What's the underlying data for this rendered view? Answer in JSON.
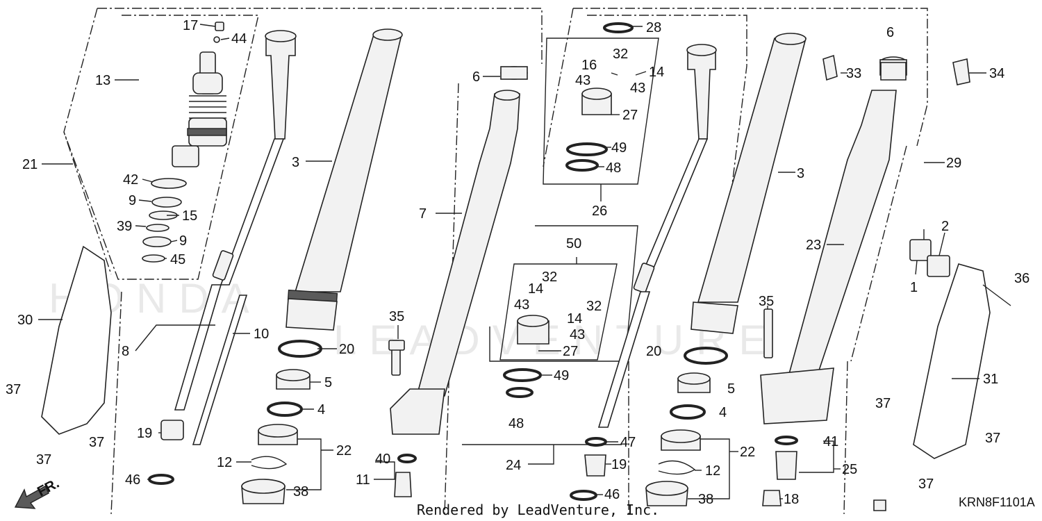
{
  "diagram": {
    "labels": {
      "p1": "1",
      "p2": "2",
      "p3a": "3",
      "p3b": "3",
      "p4a": "4",
      "p4b": "4",
      "p5a": "5",
      "p5b": "5",
      "p6a": "6",
      "p6b": "6",
      "p7": "7",
      "p8": "8",
      "p9a": "9",
      "p9b": "9",
      "p10": "10",
      "p11": "11",
      "p12a": "12",
      "p12b": "12",
      "p13": "13",
      "p14a": "14",
      "p14b": "14",
      "p14c": "14",
      "p15": "15",
      "p16": "16",
      "p17": "17",
      "p18": "18",
      "p19a": "19",
      "p19b": "19",
      "p20a": "20",
      "p20b": "20",
      "p21": "21",
      "p22a": "22",
      "p22b": "22",
      "p23": "23",
      "p24": "24",
      "p25": "25",
      "p26": "26",
      "p27a": "27",
      "p27b": "27",
      "p28": "28",
      "p29": "29",
      "p30": "30",
      "p31": "31",
      "p32a": "32",
      "p32b": "32",
      "p32c": "32",
      "p33": "33",
      "p34": "34",
      "p35a": "35",
      "p35b": "35",
      "p36": "36",
      "p37a": "37",
      "p37b": "37",
      "p37c": "37",
      "p37d": "37",
      "p37e": "37",
      "p37f": "37",
      "p38a": "38",
      "p38b": "38",
      "p39": "39",
      "p40": "40",
      "p41": "41",
      "p42": "42",
      "p43a": "43",
      "p43b": "43",
      "p43c": "43",
      "p43d": "43",
      "p44": "44",
      "p45": "45",
      "p46a": "46",
      "p46b": "46",
      "p47": "47",
      "p48a": "48",
      "p48b": "48",
      "p49a": "49",
      "p49b": "49",
      "p50": "50"
    },
    "front_indicator": "FR.",
    "footer_text": "Rendered by LeadVenture, Inc.",
    "diagram_code": "KRN8F1101A"
  }
}
